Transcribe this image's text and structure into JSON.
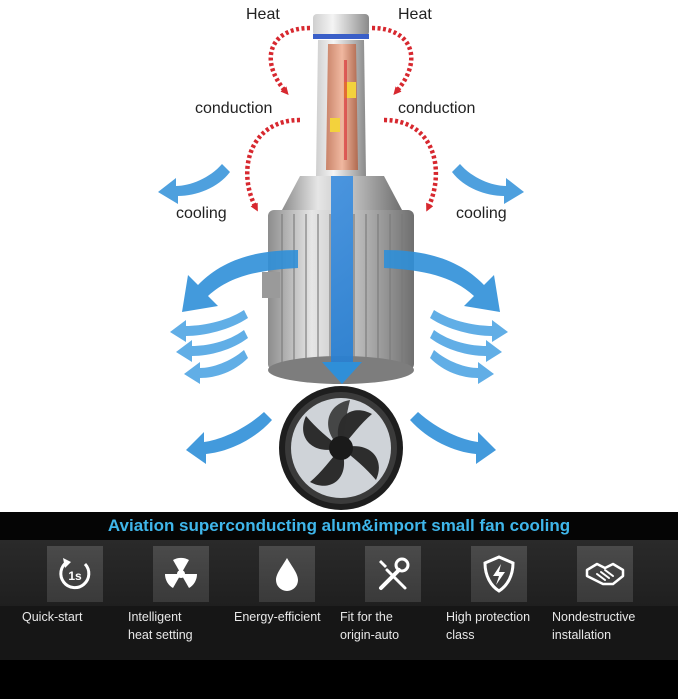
{
  "labels": {
    "heat_left": "Heat",
    "heat_right": "Heat",
    "conduction_left": "conduction",
    "conduction_right": "conduction",
    "cooling_left": "cooling",
    "cooling_right": "cooling"
  },
  "headline": "Aviation superconducting alum&import small fan cooling",
  "features": [
    {
      "icon": "stopwatch-icon",
      "icon_text": "1s",
      "line1": "Quick-start",
      "line2": ""
    },
    {
      "icon": "radiation-fan-icon",
      "line1": "Intelligent",
      "line2": "heat setting"
    },
    {
      "icon": "water-drop-icon",
      "line1": "Energy-efficient",
      "line2": ""
    },
    {
      "icon": "wrench-screwdriver-icon",
      "line1": "Fit for the",
      "line2": "origin-auto"
    },
    {
      "icon": "shield-lightning-icon",
      "line1": "High protection",
      "line2": "class"
    },
    {
      "icon": "handshake-icon",
      "line1": "Nondestructive",
      "line2": "installation"
    }
  ],
  "colors": {
    "heat_arrow": "#d7282f",
    "cooling_arrow": "#2f8fd8",
    "headline": "#3fb6ea",
    "panel_bg": "#161616"
  }
}
